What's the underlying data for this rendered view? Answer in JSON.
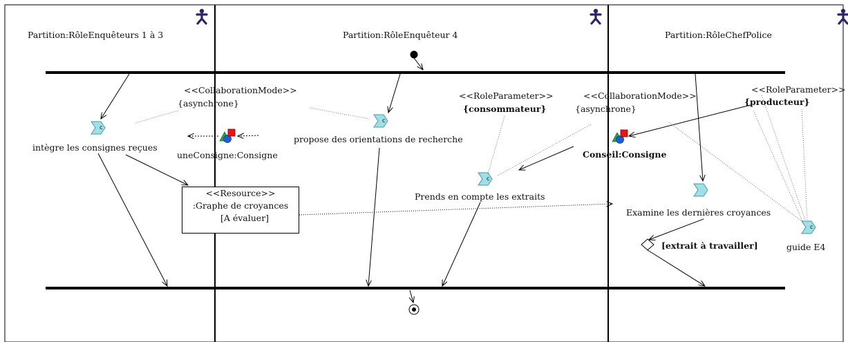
{
  "partitions": [
    {
      "label": "Partition:RôleEnquêteurs 1 à 3"
    },
    {
      "label": "Partition:RôleEnquêteur 4"
    },
    {
      "label": "Partition:RôleChefPolice"
    }
  ],
  "actions": {
    "integre": "intègre les consignes reçues",
    "propose": "propose des orientations de recherche",
    "prends": "Prends en compte les extraits",
    "examine": "Examine les dernières croyances",
    "guide": "guide E4"
  },
  "objects": {
    "une_consigne": "uneConsigne:Consigne",
    "conseil": "Conseil:Consigne"
  },
  "stereotypes": {
    "collab_1": "<<CollaborationMode>>",
    "collab_1_value": "{asynchrone}",
    "role_param_1": "<<RoleParameter>>",
    "role_param_1_value": "{consommateur}",
    "collab_2": "<<CollaborationMode>>",
    "collab_2_value": "{asynchrone}",
    "role_param_2": "<<RoleParameter>>",
    "role_param_2_value": "{producteur}"
  },
  "resource": {
    "stereotype": "<<Resource>>",
    "name": ":Graphe de croyances",
    "state": "[A évaluer]"
  },
  "guard": "[extrait à travailler]",
  "action_icon_letter": "c",
  "colors": {
    "line": "#000000",
    "actor_icon": "#2b2466",
    "action_icon": "#9fe0e6",
    "object_triangle": "#2aa84a",
    "object_circle": "#1f5fd6",
    "object_square": "#e01818"
  }
}
